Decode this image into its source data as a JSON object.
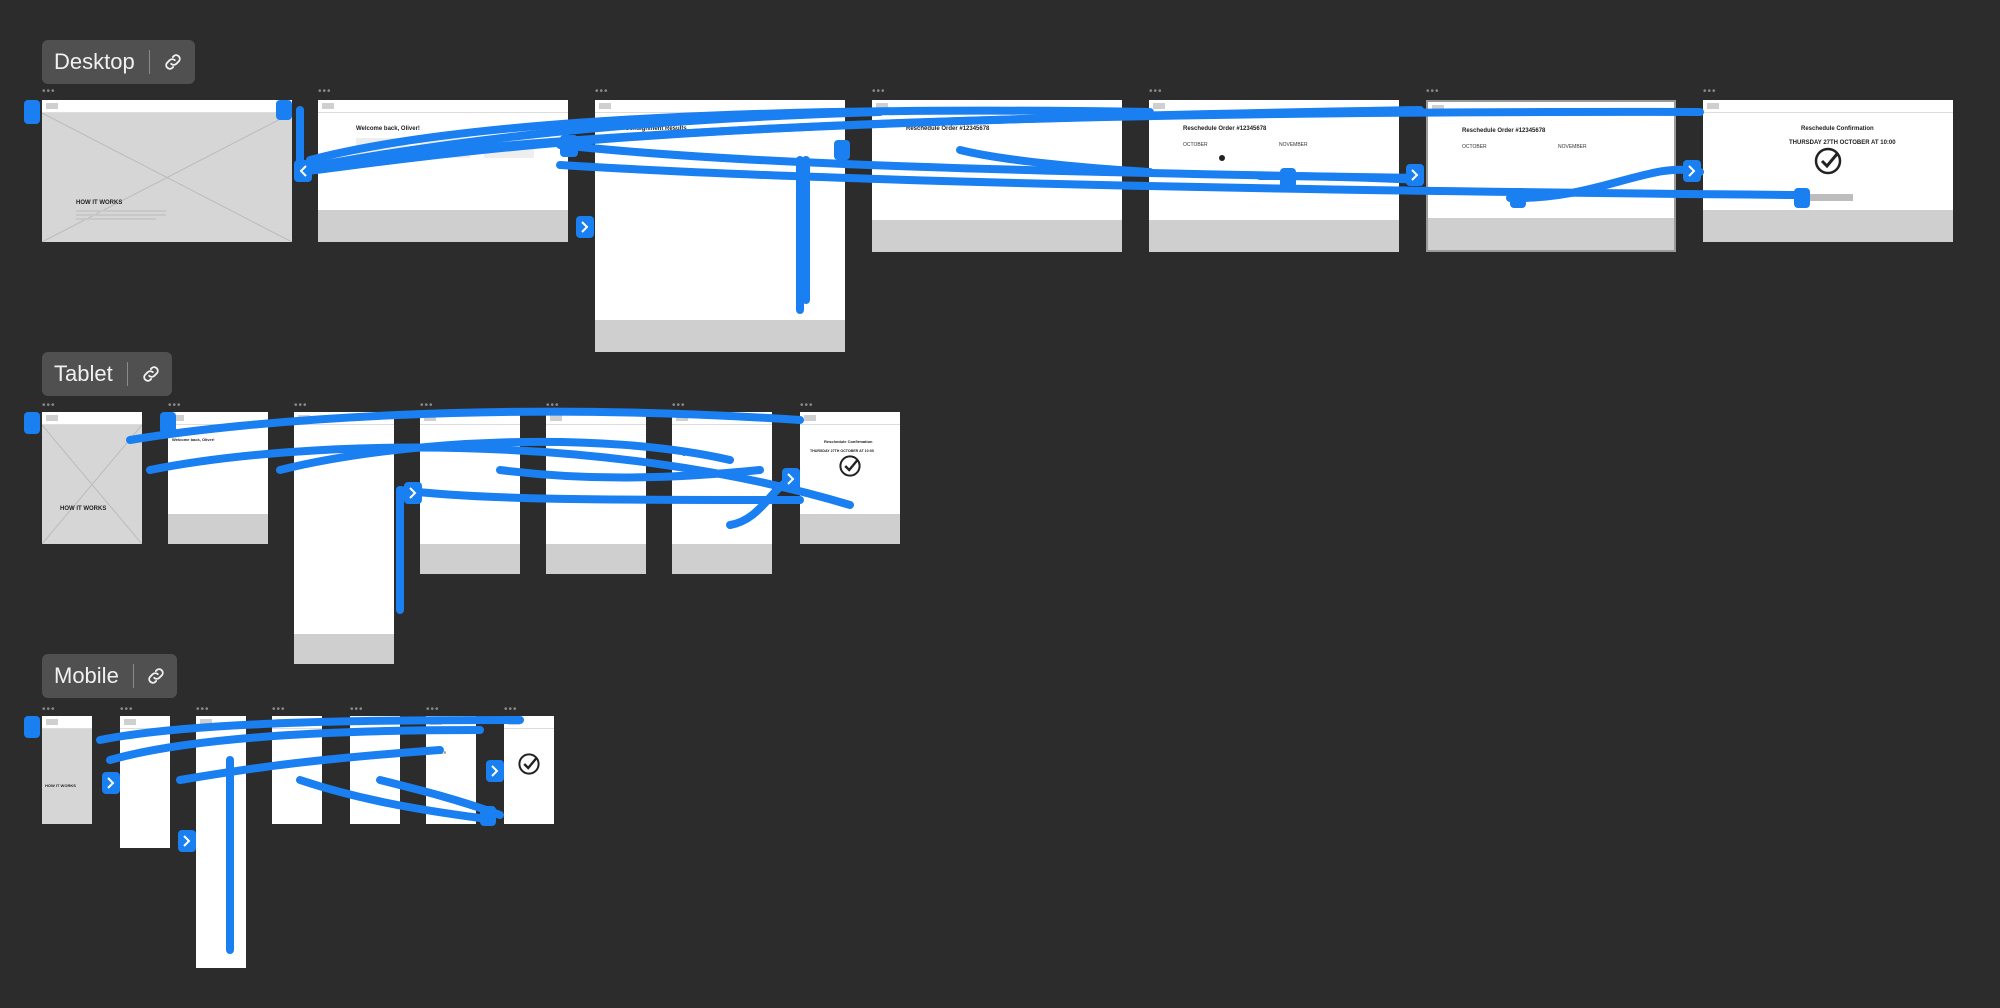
{
  "canvas": {
    "background": "#2c2c2c",
    "wire_color": "#1a7ff0"
  },
  "sections": [
    {
      "label": "Desktop",
      "icon": "link-icon"
    },
    {
      "label": "Tablet",
      "icon": "link-icon"
    },
    {
      "label": "Mobile",
      "icon": "link-icon"
    }
  ],
  "screens": {
    "how_it_works": "HOW IT WORKS",
    "welcome": "Welcome back, Oliver!",
    "results": "Consignment Results",
    "reschedule_title": "Reschedule Order #12345678",
    "confirmation_title": "Reschedule Confirmation",
    "confirmation_date": "THURSDAY 27TH OCTOBER AT 10:00",
    "month_1": "OCTOBER",
    "month_2": "NOVEMBER"
  }
}
